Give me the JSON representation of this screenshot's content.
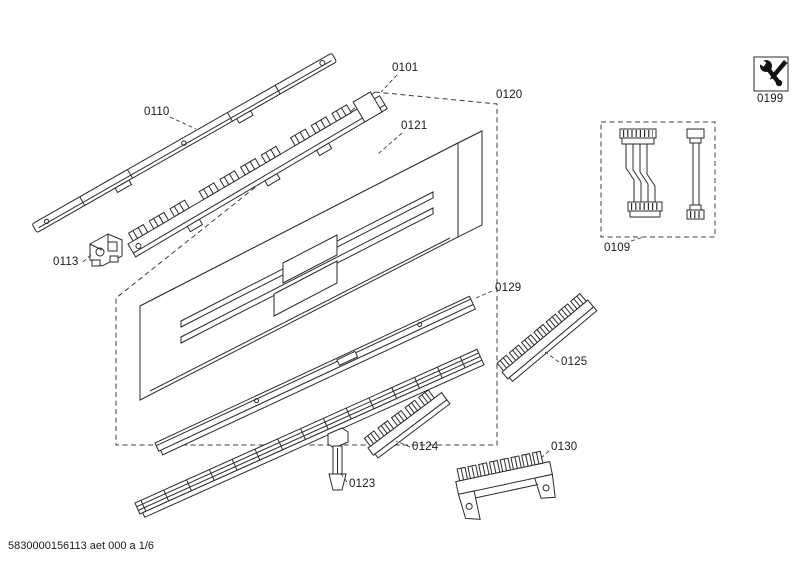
{
  "drawing": {
    "footer_code": "5830000156113 aet 000 a 1/6",
    "background_color": "#ffffff",
    "line_color": "#2b2b2b"
  },
  "labels": {
    "part_0101": "0101",
    "part_0110": "0110",
    "part_0113": "0113",
    "part_0120": "0120",
    "part_0121": "0121",
    "part_0129": "0129",
    "part_0109": "0109",
    "part_0125": "0125",
    "part_0124": "0124",
    "part_0123": "0123",
    "part_0130": "0130",
    "icon_0199": "0199"
  }
}
